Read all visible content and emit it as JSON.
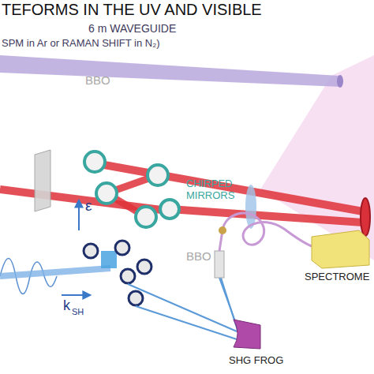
{
  "diagram": {
    "title": "TEFORMS IN THE UV AND VISIBLE",
    "labels": [
      "6 m WAVEGUIDE",
      "SPM in Ar or RAMAN SHIFT in N₂)",
      "BBO",
      "CHIRPED MIRRORS",
      "BBO",
      "SPECTROME",
      "SHG FROG",
      "ε",
      "k",
      "SH"
    ]
  }
}
